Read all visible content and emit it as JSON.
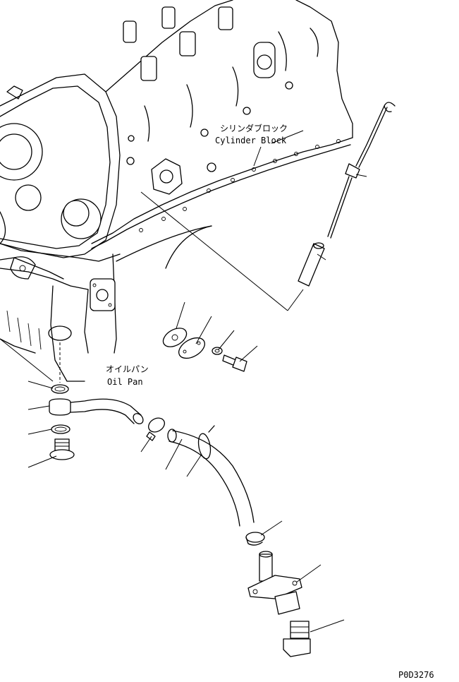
{
  "labels": {
    "cylinder_block_jp": "シリンダブロック",
    "cylinder_block_en": "Cylinder Block",
    "oil_pan_jp": "オイルパン",
    "oil_pan_en": "Oil Pan",
    "drawing_number": "P0D3276"
  }
}
